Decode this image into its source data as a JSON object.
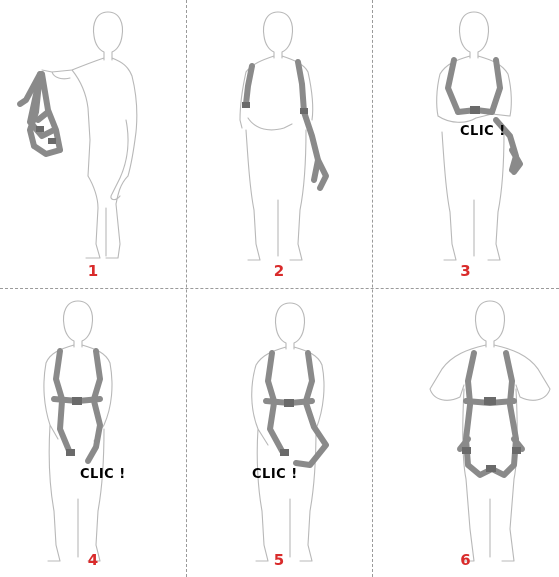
{
  "colors": {
    "step_number": "#d92b2b",
    "harness": "#8a8a8a",
    "outline": "#b8b8b8",
    "divider": "#9a9a9a",
    "clic_text": "#000000"
  },
  "steps": [
    {
      "number": "1",
      "clic": ""
    },
    {
      "number": "2",
      "clic": ""
    },
    {
      "number": "3",
      "clic": "CLIC !"
    },
    {
      "number": "4",
      "clic": "CLIC !"
    },
    {
      "number": "5",
      "clic": "CLIC !"
    },
    {
      "number": "6",
      "clic": ""
    }
  ]
}
